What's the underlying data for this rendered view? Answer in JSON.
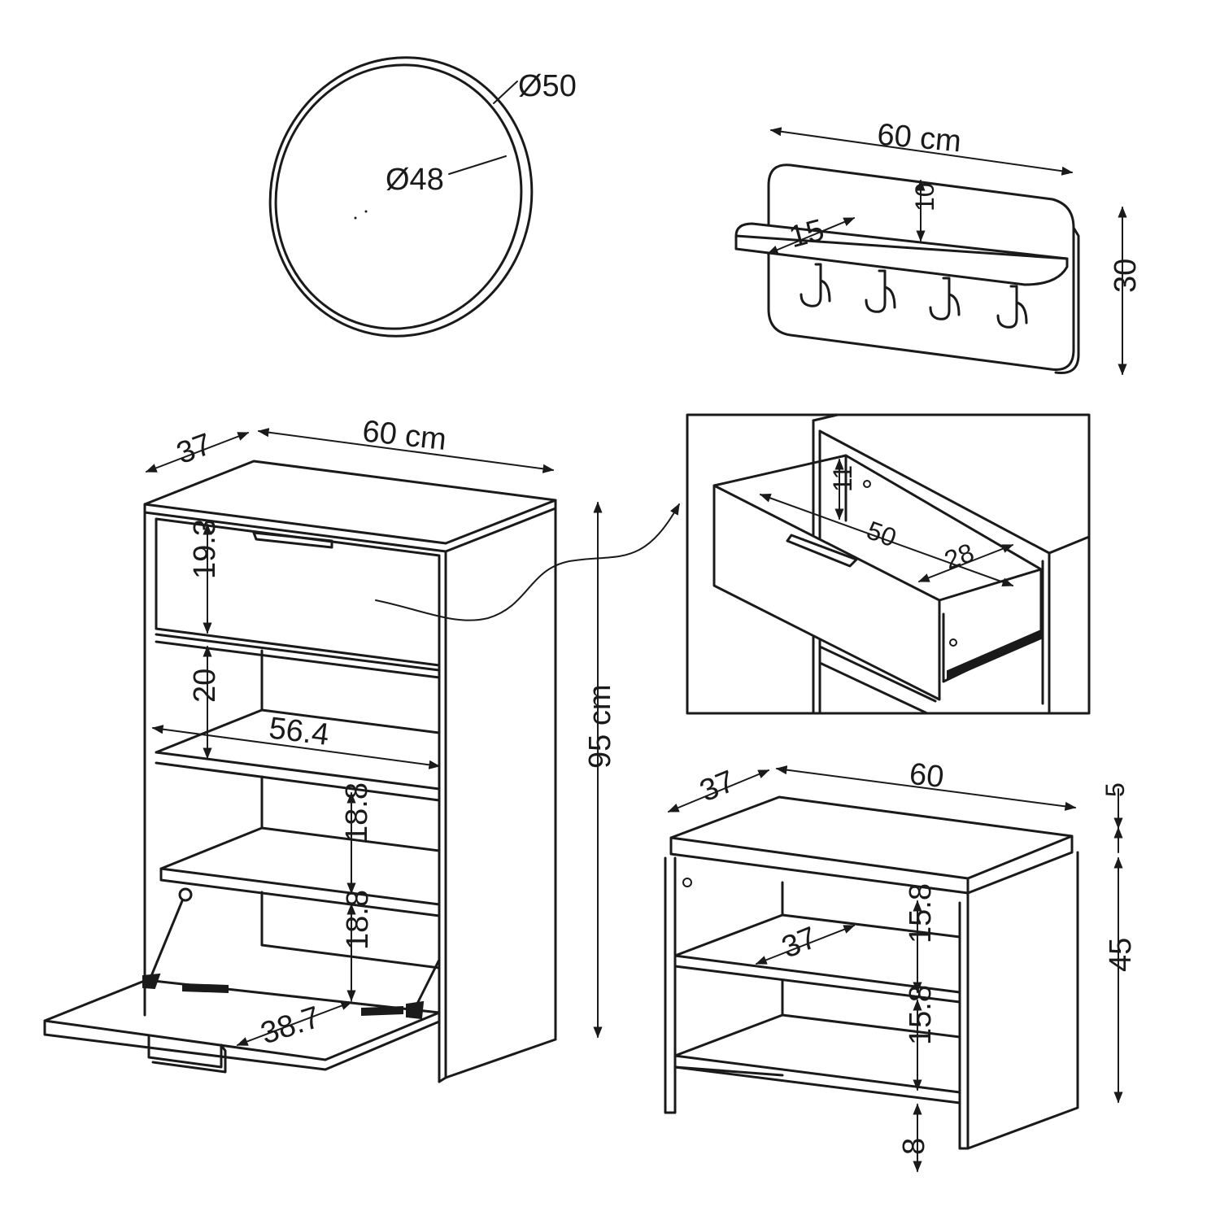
{
  "mirror": {
    "outer_diameter": "Ø50",
    "inner_diameter": "Ø48"
  },
  "coat_rack": {
    "width": "60 cm",
    "shelf_depth": "15",
    "shelf_offset": "10",
    "height": "30"
  },
  "shoe_cabinet": {
    "depth": "37",
    "width": "60 cm",
    "height": "95 cm",
    "drawer_height": "19.3",
    "shelf_gap": "20",
    "inner_width": "56.4",
    "compartment_upper": "18.8",
    "compartment_lower": "18.8",
    "flap_depth": "38.7"
  },
  "drawer_detail": {
    "drawer_height": "11",
    "drawer_width": "50",
    "drawer_depth": "28"
  },
  "bench": {
    "depth": "37",
    "width": "60",
    "cushion": "5",
    "height": "45",
    "shelf_depth": "37",
    "compartment_upper": "15.8",
    "compartment_lower": "15.8",
    "leg_clearance": "8"
  }
}
